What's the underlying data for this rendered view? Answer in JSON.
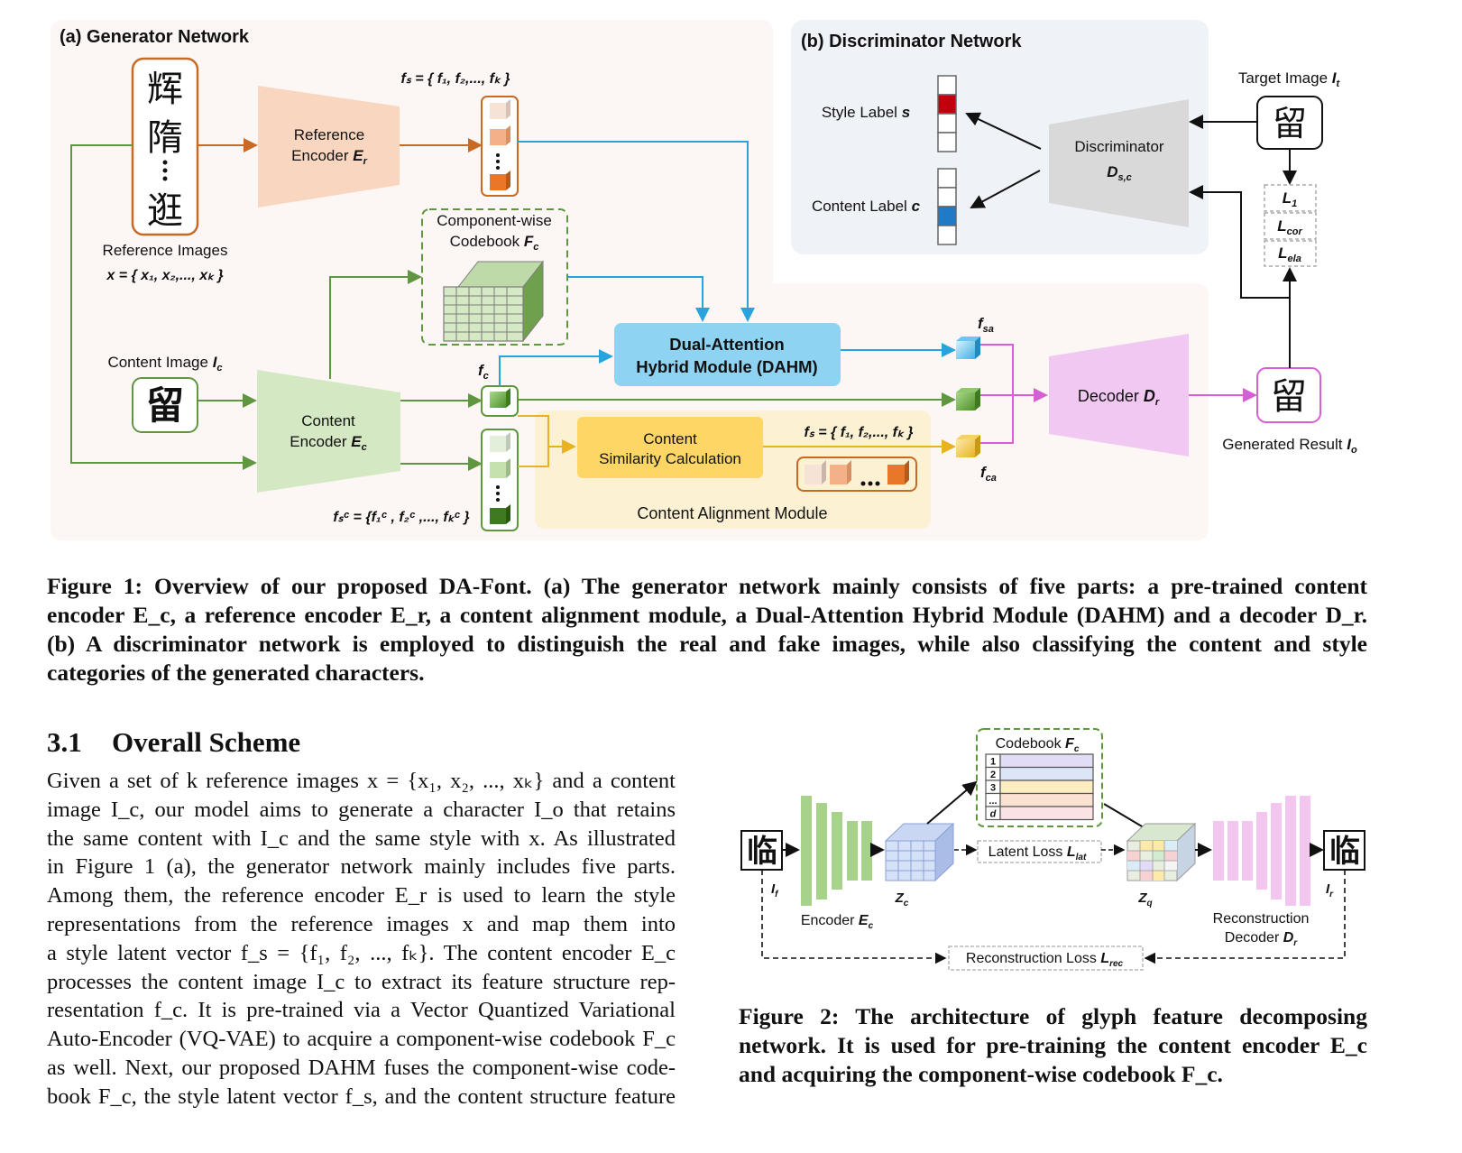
{
  "figure1": {
    "panel_a": {
      "title": "(a)  Generator Network",
      "reference_images_label": "Reference Images",
      "reference_images_formula": "x = { x₁, x₂,..., xₖ }",
      "reference_chars": [
        "辉",
        "隋",
        "⠇",
        "逛"
      ],
      "reference_encoder_line1": "Reference",
      "reference_encoder_line2": "Encoder",
      "reference_encoder_symbol": "E",
      "reference_encoder_sub": "r",
      "style_vector_label": "fₛ = { f₁, f₂,..., fₖ }",
      "codebook_line1": "Component-wise",
      "codebook_line2": "Codebook",
      "codebook_symbol": "F",
      "codebook_sub": "c",
      "content_image_label": "Content Image",
      "content_image_symbol": "I",
      "content_image_sub": "c",
      "content_char": "留",
      "content_encoder_line1": "Content",
      "content_encoder_line2": "Encoder",
      "content_encoder_symbol": "E",
      "content_encoder_sub": "c",
      "fc_label": "f",
      "fc_sub": "c",
      "fsc_label": "fₛᶜ = {f₁ᶜ , f₂ᶜ ,...,  fₖᶜ }",
      "dahm_line1": "Dual-Attention",
      "dahm_line2": "Hybrid Module (DAHM)",
      "csc_line1": "Content",
      "csc_line2": "Similarity Calculation",
      "cam_style_label": "fₛ = { f₁, f₂,..., fₖ }",
      "cam_label": "Content Alignment Module",
      "fsa_label": "f",
      "fsa_sub": "sa",
      "fca_label": "f",
      "fca_sub": "ca",
      "decoder_label": "Decoder",
      "decoder_symbol": "D",
      "decoder_sub": "r",
      "generated_label": "Generated Result",
      "generated_symbol": "I",
      "generated_sub": "o",
      "generated_char": "留"
    },
    "panel_b": {
      "title": "(b)  Discriminator Network",
      "style_label": "Style Label",
      "style_symbol": "s",
      "content_label": "Content Label",
      "content_symbol": "c",
      "discriminator_label": "Discriminator",
      "discriminator_symbol": "D",
      "discriminator_sub": "s,c",
      "target_label": "Target Image",
      "target_symbol": "I",
      "target_sub": "t",
      "target_char": "留",
      "losses": [
        {
          "symbol": "L",
          "sub": "1"
        },
        {
          "symbol": "L",
          "sub": "cor"
        },
        {
          "symbol": "L",
          "sub": "ela"
        }
      ],
      "style_active_index": 1,
      "content_active_index": 2
    },
    "colors": {
      "generator_bg": "#fcf6f5",
      "discriminator_bg": "#eff3f8",
      "reference": "#c96a24",
      "reference_fill": "#f9d6bf",
      "content": "#5f9640",
      "content_fill": "#d5e8c4",
      "dahm": "#28a3dc",
      "dahm_fill": "#8fd3f2",
      "alignment": "#e9b320",
      "alignment_fill": "#fde9b3",
      "alignment_bg": "#fdf1d3",
      "decoder": "#d65fd3",
      "decoder_fill": "#f1c8f1",
      "discriminator_fill": "#d9d9d9",
      "style_red": "#c0000d",
      "content_blue": "#1f7ac7"
    },
    "caption_lines": [
      "Figure 1: Overview of our proposed DA-Font. (a) The generator network mainly consists of five parts: a pre-trained content",
      "encoder E_c, a reference encoder E_r, a content alignment module, a Dual-Attention Hybrid Module (DAHM) and a decoder D_r.",
      "(b) A discriminator network is employed to distinguish the real and fake images, while also classifying the content and style",
      "categories of the generated characters."
    ]
  },
  "section": {
    "number": "3.1",
    "title": "Overall Scheme",
    "lines": [
      "Given a set of k reference images x = {x₁, x₂, ..., xₖ} and a content",
      "image I_c, our model aims to generate a character I_o that retains",
      "the same content with I_c and the same style with x. As illustrated",
      "in Figure 1 (a), the generator network mainly includes five parts.",
      "Among them, the reference encoder E_r is used to learn the style",
      "representations from the reference images x and map them into",
      "a style latent vector f_s = {f₁, f₂, ..., fₖ}. The content encoder E_c",
      "processes the content image I_c to extract its feature structure rep-",
      "resentation f_c. It is pre-trained via a Vector Quantized Variational",
      "Auto-Encoder (VQ-VAE) to acquire a component-wise codebook F_c",
      "as well. Next, our proposed DAHM fuses the component-wise code-",
      "book F_c, the style latent vector f_s, and the content structure feature"
    ]
  },
  "figure2": {
    "input_char": "临",
    "output_char": "临",
    "input_label": "I",
    "input_sub": "f",
    "output_label": "I",
    "output_sub": "r",
    "encoder_label": "Encoder",
    "encoder_symbol": "E",
    "encoder_sub": "c",
    "zc_label": "Z",
    "zc_sub": "c",
    "zq_label": "Z",
    "zq_sub": "q",
    "codebook_label": "Codebook",
    "codebook_symbol": "F",
    "codebook_sub": "c",
    "codebook_rows": [
      "1",
      "2",
      "3",
      "...",
      "d"
    ],
    "codebook_row_colors": [
      "#e3dcf6",
      "#dde6f6",
      "#fdeec2",
      "#fbe1cf",
      "#fbe2e4"
    ],
    "latent_loss_label": "Latent Loss",
    "latent_loss_symbol": "L",
    "latent_loss_sub": "lat",
    "decoder_line1": "Reconstruction",
    "decoder_line2": "Decoder",
    "decoder_symbol": "D",
    "decoder_sub": "r",
    "recon_loss_label": "Reconstruction Loss",
    "recon_loss_symbol": "L",
    "recon_loss_sub": "rec",
    "caption_lines": [
      "Figure 2: The architecture of glyph feature decomposing",
      "network. It is used for pre-training the content encoder E_c",
      "and acquiring the component-wise codebook F_c."
    ]
  }
}
